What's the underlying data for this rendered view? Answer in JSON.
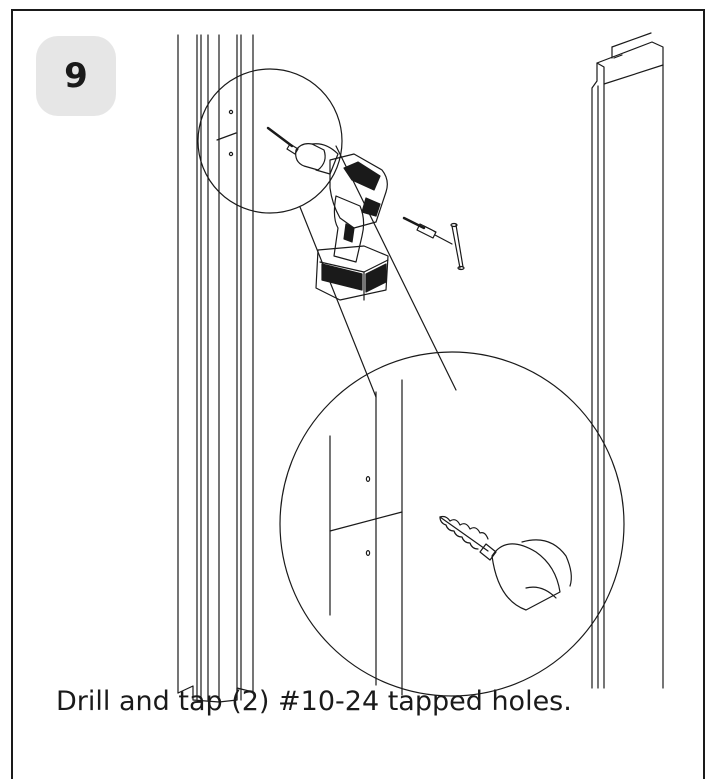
{
  "step": {
    "number": "9"
  },
  "caption": "Drill and tap (2) #10-24 tapped holes.",
  "illustration": {
    "items": [
      "left-door-frame",
      "right-door-frame",
      "cordless-drill",
      "tap-wrench",
      "detail-magnifier"
    ]
  }
}
